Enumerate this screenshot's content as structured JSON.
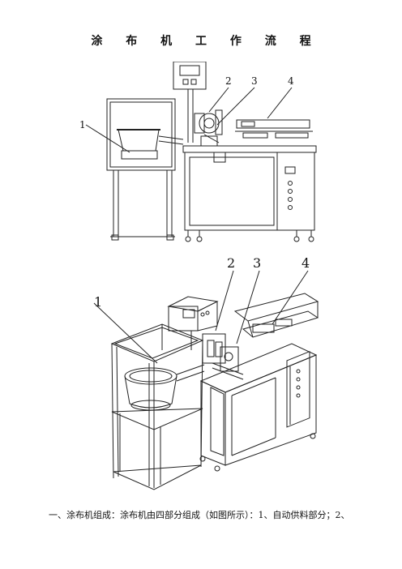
{
  "document": {
    "title": "涂 布 机 工 作 流 程",
    "figure1": {
      "labels": [
        "1",
        "2",
        "3",
        "4"
      ]
    },
    "figure2": {
      "labels": [
        "1",
        "2",
        "3",
        "4"
      ]
    },
    "paragraph": "一、涂布机组成：涂布机由四部分组成（如图所示）：1、自动供料部分；2、"
  }
}
